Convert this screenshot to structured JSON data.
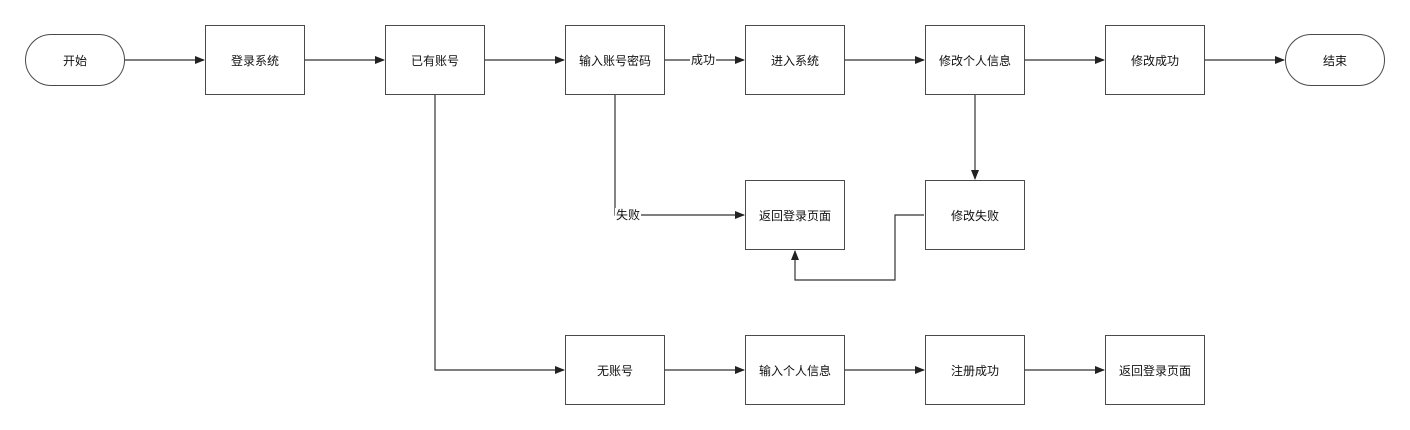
{
  "nodes": {
    "start": "开始",
    "login_system": "登录系统",
    "has_account": "已有账号",
    "enter_credentials": "输入账号密码",
    "enter_system": "进入系统",
    "edit_info": "修改个人信息",
    "edit_success": "修改成功",
    "end": "结束",
    "back_to_login_1": "返回登录页面",
    "edit_failed": "修改失败",
    "no_account": "无账号",
    "enter_info": "输入个人信息",
    "register_success": "注册成功",
    "back_to_login_2": "返回登录页面"
  },
  "edge_labels": {
    "success": "成功",
    "failure": "失败"
  },
  "colors": {
    "stroke": "#333333",
    "node_border": "#4a4a4a",
    "text": "#111111"
  }
}
